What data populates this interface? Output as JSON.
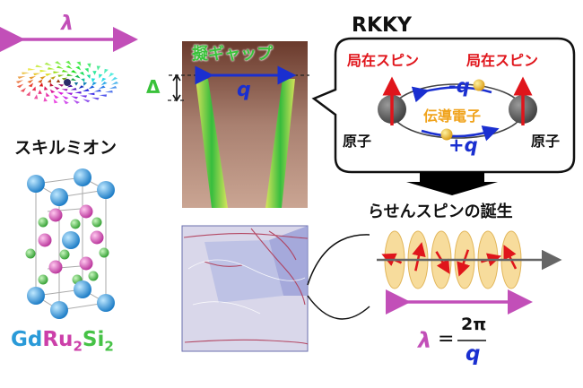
{
  "colors": {
    "pink": "#c24fb8",
    "red": "#e0151b",
    "blue": "#1a2fd0",
    "green": "#39c23a",
    "orange": "#f0a31c",
    "brown": "#7a4638",
    "atom_blue": "#2a9ad8",
    "atom_magenta": "#cc3fa9",
    "atom_green": "#46c246",
    "ellipse_fill": "#f7dc9c"
  },
  "skyrmion": {
    "lambda_label": "λ",
    "title": "スキルミオン"
  },
  "crystal": {
    "formula_gd": "Gd",
    "formula_ru": "Ru",
    "formula_ru_sub": "2",
    "formula_si": "Si",
    "formula_si_sub": "2"
  },
  "gap_image": {
    "pseudo_gap_label": "擬ギャップ",
    "delta_label": "Δ",
    "q_label": "q"
  },
  "rkky": {
    "title": "RKKY",
    "local_spin_left": "局在スピン",
    "local_spin_right": "局在スピン",
    "minus_q": "-q",
    "plus_q": "+q",
    "conduction_electron": "伝導電子",
    "atom_left": "原子",
    "atom_right": "原子"
  },
  "helix": {
    "title": "らせんスピンの誕生",
    "lambda": "λ",
    "equals": "=",
    "numerator": "2π",
    "denominator": "q"
  }
}
